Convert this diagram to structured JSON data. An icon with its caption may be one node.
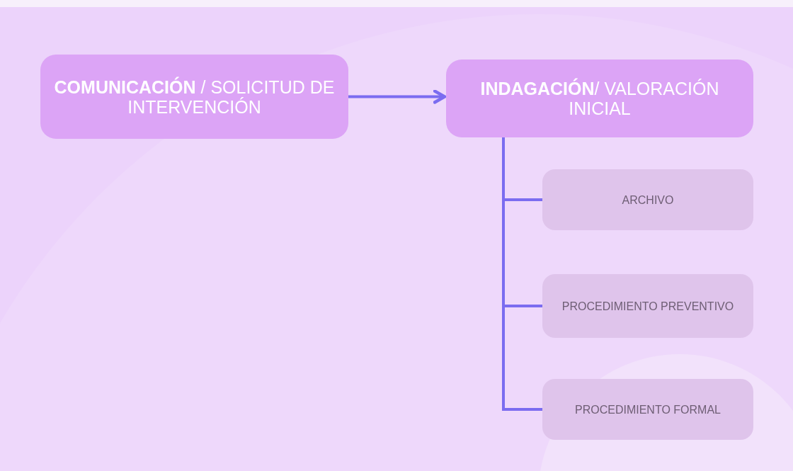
{
  "diagram": {
    "nodes": [
      {
        "text": [
          "**COMUNICACIÓN** / SOLICITUD DE INTERVENCIÓN"
        ]
      },
      {
        "text": [
          "**INDAGACIÓN**/ VALORACIÓN INICIAL"
        ]
      },
      {
        "text": [
          "ARCHIVO"
        ]
      },
      {
        "text": [
          "PROCEDIMIENTO PREVENTIVO"
        ]
      },
      {
        "text": [
          "PROCEDIMIENTO FORMAL"
        ]
      }
    ],
    "edges": [
      {
        "from": 0,
        "to": 1,
        "arrow": "to"
      },
      {
        "from": 1,
        "to": 2,
        "arrow": "none"
      },
      {
        "from": 1,
        "to": 3,
        "arrow": "none"
      },
      {
        "from": 1,
        "to": 4,
        "arrow": "none"
      }
    ]
  }
}
